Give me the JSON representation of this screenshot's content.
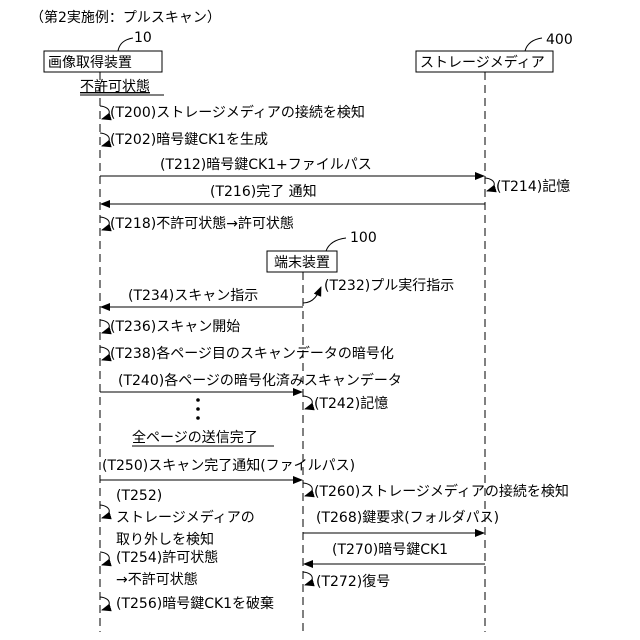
{
  "title": "（第2実施例：プルスキャン）",
  "entities": {
    "device": {
      "label": "画像取得装置",
      "ref": "10"
    },
    "storage": {
      "label": "ストレージメディア",
      "ref": "400"
    },
    "terminal": {
      "label": "端末装置",
      "ref": "100"
    }
  },
  "states": {
    "initial": "不許可状態",
    "all_sent": "全ページの送信完了"
  },
  "steps": {
    "t200": "(T200)ストレージメディアの接続を検知",
    "t202": "(T202)暗号鍵CK1を生成",
    "t212": "(T212)暗号鍵CK1+ファイルパス",
    "t214": "(T214)記憶",
    "t216": "(T216)完了 通知",
    "t218": "(T218)不許可状態→許可状態",
    "t232": "(T232)プル実行指示",
    "t234": "(T234)スキャン指示",
    "t236": "(T236)スキャン開始",
    "t238": "(T238)各ページ目のスキャンデータの暗号化",
    "t240": "(T240)各ページの暗号化済みスキャンデータ",
    "t242": "(T242)記憶",
    "t250": "(T250)スキャン完了通知(ファイルパス)",
    "t252_a": "(T252)",
    "t252_b": "ストレージメディアの",
    "t252_c": "取り外しを検知",
    "t254_a": "(T254)許可状態",
    "t254_b": "→不許可状態",
    "t256": "(T256)暗号鍵CK1を破棄",
    "t260": "(T260)ストレージメディアの接続を検知",
    "t268": "(T268)鍵要求(フォルダパス)",
    "t270": "(T270)暗号鍵CK1",
    "t272": "(T272)復号"
  }
}
